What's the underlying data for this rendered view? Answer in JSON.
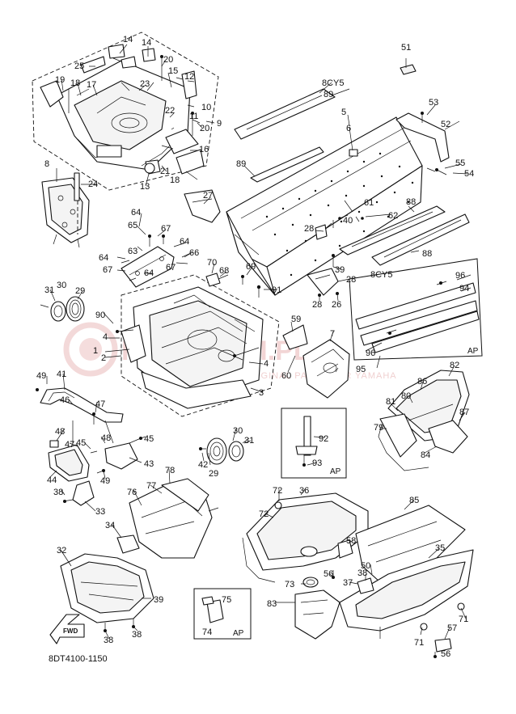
{
  "diagram": {
    "code": "8DT4100-1150",
    "watermark": "PARTS-SKI.PL",
    "watermark_sub": "ORIGINAL PARTS FOR YAMAHA",
    "fwd_label": "FWD",
    "kit_label": "8CY5",
    "box_tag": "AP"
  },
  "callouts": [
    "1",
    "2",
    "3",
    "4",
    "5",
    "6",
    "7",
    "8",
    "9",
    "10",
    "11",
    "12",
    "13",
    "14",
    "15",
    "16",
    "17",
    "18",
    "19",
    "20",
    "21",
    "22",
    "23",
    "24",
    "25",
    "26",
    "27",
    "28",
    "29",
    "30",
    "31",
    "32",
    "33",
    "34",
    "35",
    "36",
    "37",
    "38",
    "39",
    "40",
    "41",
    "42",
    "43",
    "44",
    "45",
    "46",
    "47",
    "48",
    "49",
    "50",
    "51",
    "52",
    "53",
    "54",
    "55",
    "56",
    "57",
    "58",
    "59",
    "60",
    "61",
    "62",
    "63",
    "64",
    "65",
    "66",
    "67",
    "68",
    "69",
    "70",
    "71",
    "72",
    "73",
    "74",
    "75",
    "76",
    "77",
    "78",
    "79",
    "80",
    "81",
    "82",
    "83",
    "84",
    "85",
    "86",
    "87",
    "88",
    "89",
    "90",
    "91",
    "92",
    "93",
    "94",
    "95",
    "96"
  ]
}
